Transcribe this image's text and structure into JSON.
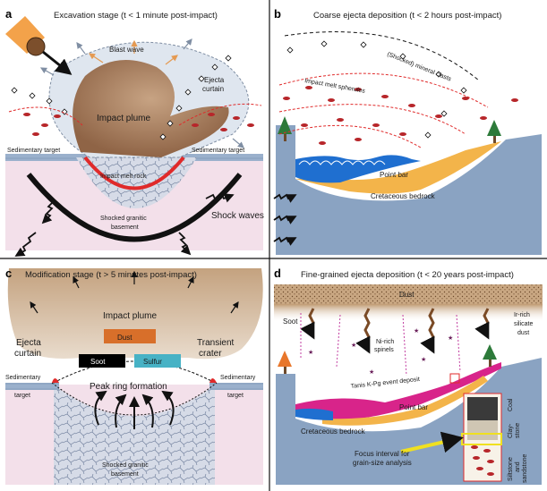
{
  "panels": {
    "a": {
      "letter": "a",
      "title": "Excavation stage (t < 1 minute post-impact)",
      "labels": {
        "blast_wave": "Blast wave",
        "ejecta_curtain_1": "Ejecta",
        "ejecta_curtain_2": "curtain",
        "impact_plume": "Impact plume",
        "sedimentary_left": "Sedimentary target",
        "sedimentary_right": "Sedimentary target",
        "impact_melt_rock": "Impact melt rock",
        "shocked_1": "Shocked granitic",
        "shocked_2": "basement",
        "shock_waves": "Shock waves"
      }
    },
    "b": {
      "letter": "b",
      "title": "Coarse ejecta deposition (t < 2 hours post-impact)",
      "labels": {
        "mineral_clasts": "(Shocked) mineral clasts",
        "melt_spherules": "Impact melt spherules",
        "point_bar": "Point bar",
        "bedrock": "Cretaceous bedrock"
      }
    },
    "c": {
      "letter": "c",
      "title": "Modification stage (t > 5 minutes post-impact)",
      "labels": {
        "impact_plume": "Impact plume",
        "dust": "Dust",
        "soot": "Soot",
        "sulfur": "Sulfur",
        "ejecta_1": "Ejecta",
        "ejecta_2": "curtain",
        "transient_1": "Transient",
        "transient_2": "crater",
        "peak_ring": "Peak ring formation",
        "sed_left_1": "Sedimentary",
        "sed_left_2": "target",
        "sed_right_1": "Sedimentary",
        "sed_right_2": "target",
        "shocked_1": "Shocked granitic",
        "shocked_2": "basement"
      }
    },
    "d": {
      "letter": "d",
      "title": "Fine-grained ejecta deposition (t < 20 years post-impact)",
      "labels": {
        "dust": "Dust",
        "soot": "Soot",
        "ni_1": "Ni-rich",
        "ni_2": "spinels",
        "ir_1": "Ir-rich",
        "ir_2": "silicate",
        "ir_3": "dust",
        "tanis": "Tanis K-Pg event deposit",
        "point_bar": "Point bar",
        "bedrock": "Cretaceous bedrock",
        "focus_1": "Focus interval for",
        "focus_2": "grain-size analysis",
        "clay_1": "Clay-",
        "clay_2": "stone",
        "coal_1": "Coal",
        "silt_1": "Siltstone",
        "silt_2": "and",
        "silt_3": "sandstone"
      }
    }
  },
  "colors": {
    "plume": "#a5795a",
    "pink_basement": "#f3e0ea",
    "sediment_blue": "#8aa3c2",
    "water": "#1f6fd0",
    "point_bar": "#f3b44a",
    "tanis_pink": "#d8248a",
    "spherule_red": "#b7262a",
    "melt_red": "#e02a2a",
    "dust_brown": "#b98a5e",
    "focus_yellow": "#f0e020"
  }
}
